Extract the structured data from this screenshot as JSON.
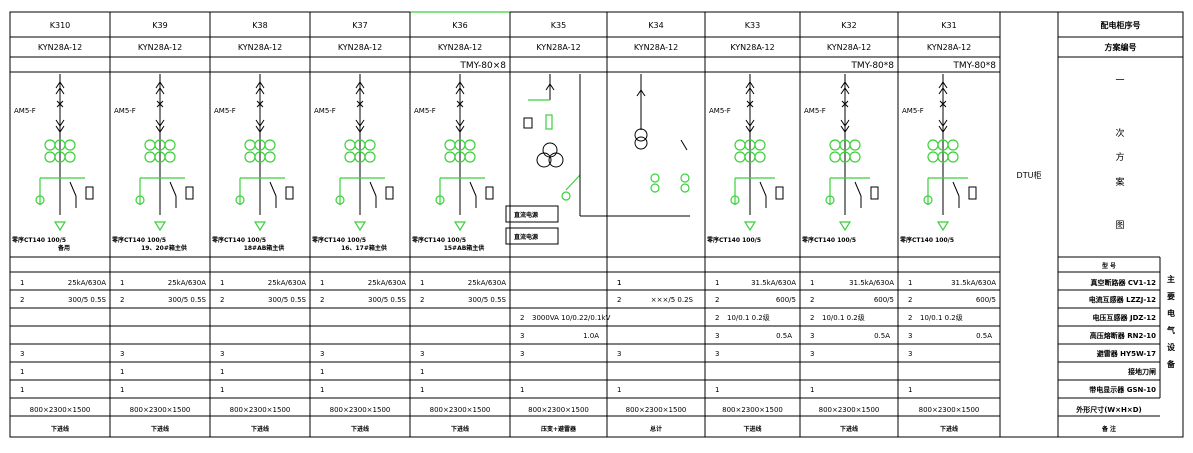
{
  "colors": {
    "line": "#000000",
    "circuit": "#3ad13a",
    "highlight": "#ff2020"
  },
  "cabinets": [
    {
      "no": "K310",
      "model": "KYN28A-12",
      "bus": "",
      "type": "feeder",
      "meter": "AM5-F",
      "rating": "25kA/630A",
      "ct": "300/5 0.5S",
      "row6": "",
      "row7": "",
      "sr": "3",
      "ap": "1",
      "z1": "1",
      "size": "800×2300×1500",
      "use": "下进线",
      "ctnote": "零序CT140 100/5",
      "extra": "备用"
    },
    {
      "no": "K39",
      "model": "KYN28A-12",
      "bus": "",
      "type": "feeder",
      "meter": "AM5-F",
      "rating": "25kA/630A",
      "ct": "300/5 0.5S",
      "row6": "",
      "row7": "",
      "sr": "3",
      "ap": "1",
      "z1": "1",
      "size": "800×2300×1500",
      "use": "下进线",
      "ctnote": "零序CT140 100/5",
      "extra": "19、20#箱主供"
    },
    {
      "no": "K38",
      "model": "KYN28A-12",
      "bus": "",
      "type": "feeder",
      "meter": "AM5-F",
      "rating": "25kA/630A",
      "ct": "300/5 0.5S",
      "row6": "",
      "row7": "",
      "sr": "3",
      "ap": "1",
      "z1": "1",
      "size": "800×2300×1500",
      "use": "下进线",
      "ctnote": "零序CT140 100/5",
      "extra": "18#AB箱主供"
    },
    {
      "no": "K37",
      "model": "KYN28A-12",
      "bus": "",
      "type": "feeder",
      "meter": "AM5-F",
      "rating": "25kA/630A",
      "ct": "300/5 0.5S",
      "row6": "",
      "row7": "",
      "sr": "3",
      "ap": "1",
      "z1": "1",
      "size": "800×2300×1500",
      "use": "下进线",
      "ctnote": "零序CT140 100/5",
      "extra": "16、17#箱主供"
    },
    {
      "no": "K36",
      "model": "KYN28A-12",
      "bus": "TMY-80×8",
      "type": "feeder",
      "meter": "AM5-F",
      "rating": "25kA/630A",
      "ct": "300/5 0.5S",
      "row6": "",
      "row7": "",
      "sr": "3",
      "ap": "1",
      "z1": "1",
      "size": "800×2300×1500",
      "use": "下进线",
      "ctnote": "零序CT140 100/5",
      "extra": "15#AB箱主供"
    },
    {
      "no": "K35",
      "model": "KYN28A-12",
      "bus": "",
      "type": "transformer",
      "meter": "",
      "rating": "",
      "ct": "",
      "row6": "3000VA 10/0.22/0.1kV",
      "row7": "1.0A",
      "sr": "3",
      "ap": "",
      "z1": "1",
      "size": "800×2300×1500",
      "use": "压变+避雷器",
      "ctnote": "",
      "extra": ""
    },
    {
      "no": "K34",
      "model": "KYN28A-12",
      "bus": "",
      "type": "pt",
      "meter": "",
      "rating": "1",
      "ct": "×××/5  0.2S",
      "row6": "",
      "row7": "",
      "sr": "3",
      "ap": "",
      "z1": "1",
      "size": "800×2300×1500",
      "use": "总计",
      "ctnote": "",
      "extra": ""
    },
    {
      "no": "K33",
      "model": "KYN28A-12",
      "bus": "",
      "type": "incomer",
      "meter": "AM5-F",
      "rating": "31.5kA/630A",
      "ct": "600/5",
      "row6": "10/0.1  0.2级",
      "row7": "0.5A",
      "sr": "3",
      "ap": "",
      "z1": "1",
      "size": "800×2300×1500",
      "use": "下进线",
      "ctnote": "零序CT140 100/5",
      "extra": ""
    },
    {
      "no": "K32",
      "model": "KYN28A-12",
      "bus": "TMY-80*8",
      "type": "incomer",
      "meter": "AM5-F",
      "rating": "31.5kA/630A",
      "ct": "600/5",
      "row6": "10/0.1  0.2级",
      "row7": "0.5A",
      "sr": "3",
      "ap": "",
      "z1": "1",
      "size": "800×2300×1500",
      "use": "下进线",
      "ctnote": "零序CT140 100/5",
      "extra": ""
    },
    {
      "no": "K31",
      "model": "KYN28A-12",
      "bus": "TMY-80*8",
      "type": "incomer",
      "meter": "AM5-F",
      "rating": "31.5kA/630A",
      "ct": "600/5",
      "row6": "10/0.1  0.2级",
      "row7": "0.5A",
      "sr": "3",
      "ap": "",
      "z1": "1",
      "size": "800×2300×1500",
      "use": "下进线",
      "ctnote": "零序CT140 100/5",
      "extra": ""
    }
  ],
  "k35_labels": [
    "直流电源",
    "直流电源"
  ],
  "dtu": "DTU柜",
  "legend": {
    "h1": "配电柜序号",
    "h2": "方案编号",
    "scheme_chars": [
      "一",
      "次",
      "方",
      "案",
      "图"
    ],
    "model_hdr": "型    号",
    "rows": [
      "真空断路器 CV1-12",
      "电流互感器 LZZJ-12",
      "电压互感器 JDZ-12",
      "高压熔断器 RN2-10",
      "避雷器 HY5W-17",
      "接地刀闸",
      "带电显示器 GSN-10"
    ],
    "side": [
      "主",
      "要",
      "电",
      "气",
      "设",
      "备"
    ],
    "size_hdr": "外形尺寸(W×H×D)",
    "remark": "备    注"
  },
  "rownums": {
    "r1": "1",
    "r2": "2",
    "r3": "3"
  }
}
